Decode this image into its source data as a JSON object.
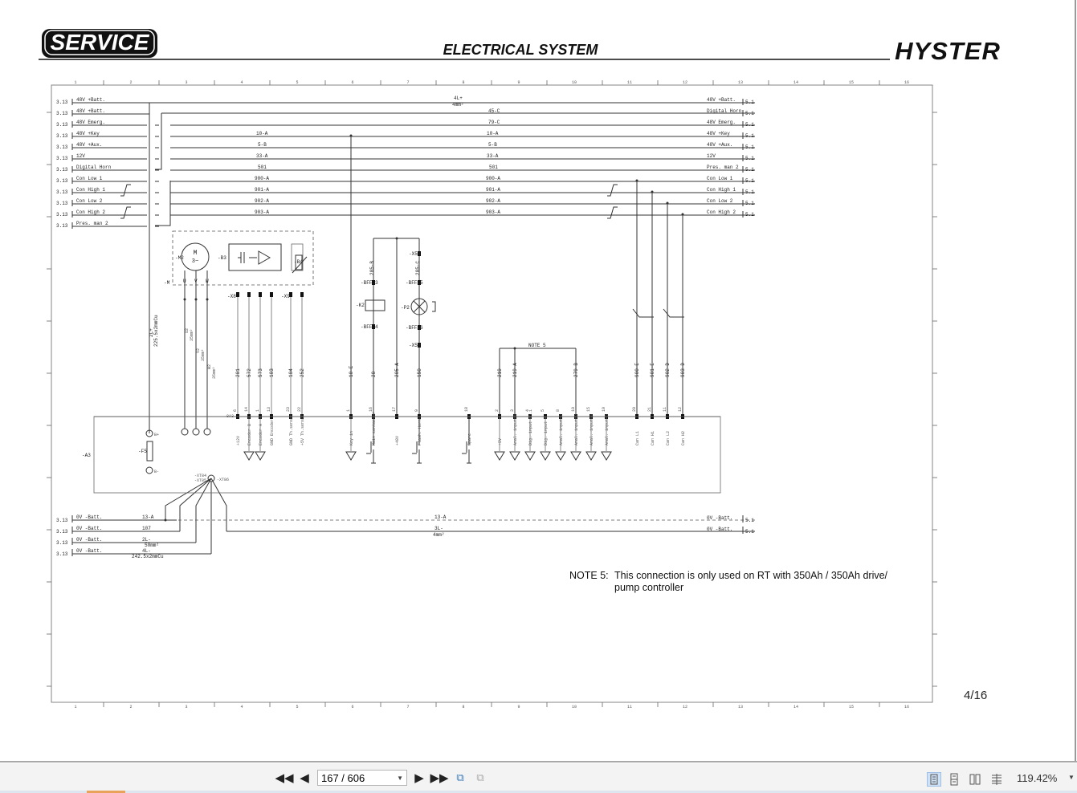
{
  "header": {
    "logo_left": "SERVICE",
    "title": "ELECTRICAL SYSTEM",
    "logo_right": "HYSTER"
  },
  "frame": {
    "columns": [
      "1",
      "2",
      "3",
      "4",
      "5",
      "6",
      "7",
      "8",
      "9",
      "10",
      "11",
      "12",
      "13",
      "14",
      "15",
      "16"
    ]
  },
  "left_rows": [
    {
      "ref": "3.13",
      "label": "48V +Batt."
    },
    {
      "ref": "3.13",
      "label": "48V +Batt."
    },
    {
      "ref": "3.13",
      "label": "48V Emerg."
    },
    {
      "ref": "3.13",
      "label": "48V +Key"
    },
    {
      "ref": "3.13",
      "label": "48V +Aux."
    },
    {
      "ref": "3.13",
      "label": "12V"
    },
    {
      "ref": "3.13",
      "label": "Digital Horn"
    },
    {
      "ref": "3.13",
      "label": "Con Low 1"
    },
    {
      "ref": "3.13",
      "label": "Con High 1"
    },
    {
      "ref": "3.13",
      "label": "Con Low 2"
    },
    {
      "ref": "3.13",
      "label": "Con High 2"
    },
    {
      "ref": "3.13",
      "label": "Pres. man 2"
    }
  ],
  "right_rows": [
    {
      "ref": "5.1",
      "label": "48V +Batt."
    },
    {
      "ref": "5.1",
      "label": "Digital Horn"
    },
    {
      "ref": "5.1",
      "label": "48V Emerg."
    },
    {
      "ref": "5.1",
      "label": "48V +Key"
    },
    {
      "ref": "5.1",
      "label": "48V +Aux."
    },
    {
      "ref": "5.1",
      "label": "12V"
    },
    {
      "ref": "5.1",
      "label": "Pres. man 2"
    },
    {
      "ref": "5.1",
      "label": "Con Low 1"
    },
    {
      "ref": "5.1",
      "label": "Con High 1"
    },
    {
      "ref": "5.1",
      "label": "Con Low 2"
    },
    {
      "ref": "5.1",
      "label": "Con High 2"
    }
  ],
  "wire_labels": {
    "w4l": "4L+",
    "w4l_size": "4mm²",
    "w45c": "45-C",
    "w79c": "79-C",
    "w10a": "10-A",
    "w10a_r": "10-A",
    "w5b": "5-B",
    "w5b_r": "5-B",
    "w33a": "33-A",
    "w33a_r": "33-A",
    "w501": "501",
    "w501_r": "501",
    "w900a": "900-A",
    "w900a_r": "900-A",
    "w901a": "901-A",
    "w901a_r": "901-A",
    "w902a": "902-A",
    "w902a_r": "902-A",
    "w903a": "903-A",
    "w903a_r": "903-A",
    "w2l": "2L+",
    "w2l_size": "225.5x2mmCu",
    "wu": "U2",
    "wu_size": "35mm²",
    "wv": "V2",
    "wv_size": "35mm²",
    "ww": "W2",
    "ww_size": "35mm²",
    "w285b": "285-B",
    "w285c": "285-C"
  },
  "components": {
    "motor": "-M2",
    "motor_symbol": "M",
    "motor_phase": "3~",
    "m_ref": "-M",
    "u": "U",
    "v": "V",
    "w": "W",
    "b3": "-B3",
    "b4": "-B4",
    "x8": "-X8",
    "x9": "-X9",
    "k2": "-K2",
    "p2": "-P2",
    "x59a": "-X59",
    "x59b": "-X59",
    "ff23": "-BFF23",
    "ff24": "-BFF24",
    "ff25": "-BFF25",
    "ff26": "-BFF26",
    "a3": "-A3",
    "f5": "-F5",
    "b_plus": "B+",
    "b_minus": "B-",
    "xt86": "-XT86",
    "xt85": "-XT85",
    "xt84": "-XT84",
    "x8a3": "-8A3",
    "note5_tag": "NOTE 5"
  },
  "pins": [
    {
      "num": "6",
      "wire": "201",
      "func": "+12V"
    },
    {
      "num": "14",
      "wire": "572",
      "func": "Encoder B"
    },
    {
      "num": "1",
      "wire": "573",
      "func": "Encoder A"
    },
    {
      "num": "13",
      "wire": "103",
      "func": "GND Encoder"
    },
    {
      "num": "23",
      "wire": "104",
      "func": "GND Th.sensor"
    },
    {
      "num": "22",
      "wire": "252",
      "func": "+5V Th.sensor"
    },
    {
      "num": "1",
      "wire": "10-E",
      "func": "Key in"
    },
    {
      "num": "16",
      "wire": "28",
      "func": "Main contactor"
    },
    {
      "num": "17",
      "wire": "205-A",
      "func": "+48V"
    },
    {
      "num": "9",
      "wire": "150",
      "func": "Flash. Horn"
    },
    {
      "num": "18",
      "wire": "",
      "func": "Spare"
    },
    {
      "num": "2",
      "wire": "219",
      "func": "+5V"
    },
    {
      "num": "3",
      "wire": "219-A",
      "func": "Anal. input 1"
    },
    {
      "num": "4",
      "wire": "",
      "func": "Dig. input ch.1"
    },
    {
      "num": "5",
      "wire": "",
      "func": "Dig. input 2"
    },
    {
      "num": "8",
      "wire": "",
      "func": "Anal. input 2"
    },
    {
      "num": "10",
      "wire": "279-B",
      "func": "Anal. input 3"
    },
    {
      "num": "15",
      "wire": "",
      "func": "Anal. input 4"
    },
    {
      "num": "19",
      "wire": "",
      "func": "Anal. input 5"
    },
    {
      "num": "20",
      "wire": "900-E",
      "func": "Can L1"
    },
    {
      "num": "21",
      "wire": "901-E",
      "func": "Can H1"
    },
    {
      "num": "11",
      "wire": "902-D",
      "func": "Can L2"
    },
    {
      "num": "12",
      "wire": "903-D",
      "func": "Can H2"
    }
  ],
  "bottom_rows": [
    {
      "ref": "3.13",
      "label": "0V -Batt.",
      "wire": "13-A",
      "size": ""
    },
    {
      "ref": "3.13",
      "label": "0V -Batt.",
      "wire": "107",
      "size": ""
    },
    {
      "ref": "3.13",
      "label": "0V -Batt.",
      "wire": "2L-",
      "size": "50mm²"
    },
    {
      "ref": "3.13",
      "label": "0V -Batt.",
      "wire": "4L-",
      "size": "242.5x2mmCu"
    }
  ],
  "bottom_right_rows": [
    {
      "ref": "5.1",
      "label": "0V -Batt.",
      "wire": "13-A",
      "size": ""
    },
    {
      "ref": "5.1",
      "label": "0V -Batt.",
      "wire": "3L-",
      "size": "4mm²"
    }
  ],
  "note5": {
    "prefix": "NOTE 5:",
    "line1": "This connection is only used on RT with 350Ah / 350Ah drive/",
    "line2": "pump controller"
  },
  "page_label": "4/16",
  "toolbar": {
    "page_value": "167 / 606",
    "zoom": "119.42%"
  }
}
